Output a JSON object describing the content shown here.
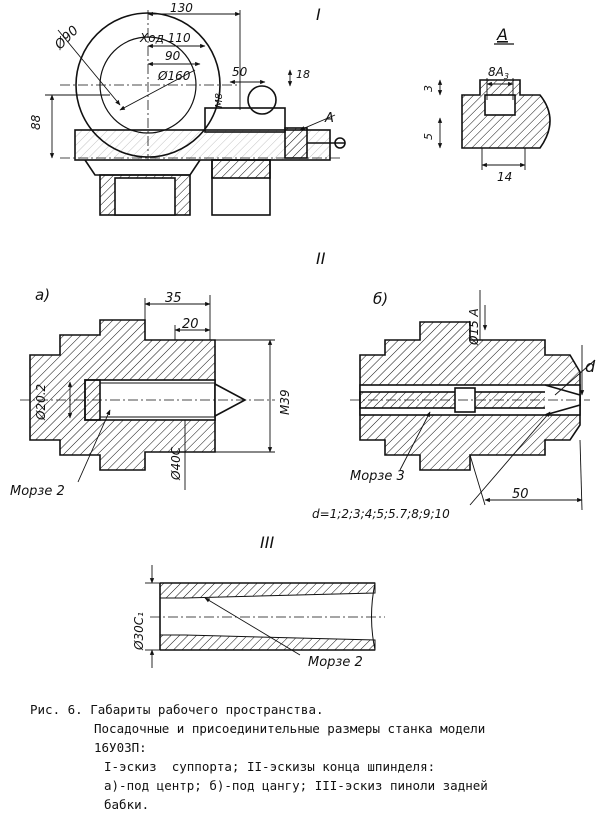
{
  "sketch_I": {
    "title": "I",
    "dims": {
      "d90": "Ø90",
      "travel": "Ход 110",
      "d160": "Ø160",
      "w130": "130",
      "w90": "90",
      "w50": "50",
      "h18": "18",
      "h88": "88",
      "m8": "M8",
      "arrow_a": "A"
    }
  },
  "section_A": {
    "title": "A",
    "dims": {
      "slot": "8A",
      "slot_sub": "3",
      "h3": "3",
      "h5": "5",
      "w14": "14"
    }
  },
  "sketch_II": {
    "title": "II",
    "a": {
      "label": "a)",
      "dims": {
        "w35": "35",
        "w20": "20",
        "d202": "Ø20.2",
        "m39": "M39",
        "d40": "Ø40C",
        "morse": "Морзе 2"
      }
    },
    "b": {
      "label": "б)",
      "dims": {
        "d15": "Ø15 A",
        "d": "d",
        "w50": "50",
        "morse": "Морзе 3",
        "d_list": "d=1;2;3;4;5;5.7;8;9;10"
      }
    }
  },
  "sketch_III": {
    "title": "III",
    "dims": {
      "d30": "Ø30C₁",
      "morse": "Морзе 2"
    }
  },
  "caption": {
    "line1": "Рис. 6. Габариты рабочего пространства.",
    "line2": "Посадочные и присоединительные размеры станка модели",
    "line3": "16У03П:",
    "line4": "I-эскиз  суппорта; II-эскизы конца шпинделя:",
    "line5": "а)-под центр; б)-под цангу; III-эскиз пиноли задней",
    "line6": "бабки."
  }
}
